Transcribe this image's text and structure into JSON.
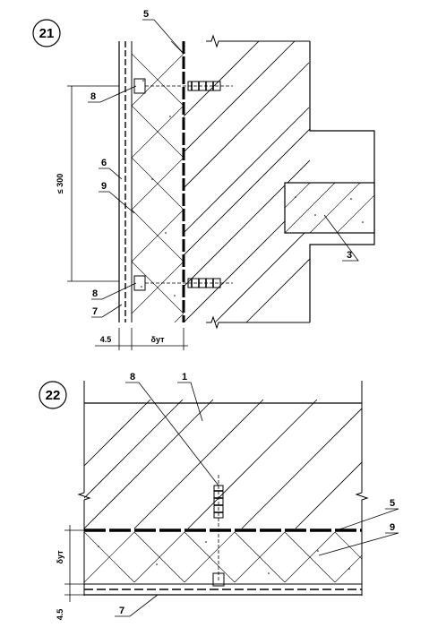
{
  "figures": [
    {
      "number": "21",
      "callouts": {
        "c3": "3",
        "c5": "5",
        "c6": "6",
        "c7": "7",
        "c8a": "8",
        "c8b": "8",
        "c9": "9"
      },
      "dimensions": {
        "spacing": "≤ 300",
        "finish": "4.5",
        "insulation": "δут"
      }
    },
    {
      "number": "22",
      "callouts": {
        "c1": "1",
        "c5": "5",
        "c7": "7",
        "c8": "8",
        "c9": "9"
      },
      "dimensions": {
        "insulation": "δут",
        "finish": "4.5"
      }
    }
  ],
  "colors": {
    "ink": "#000000",
    "paper": "#ffffff"
  }
}
